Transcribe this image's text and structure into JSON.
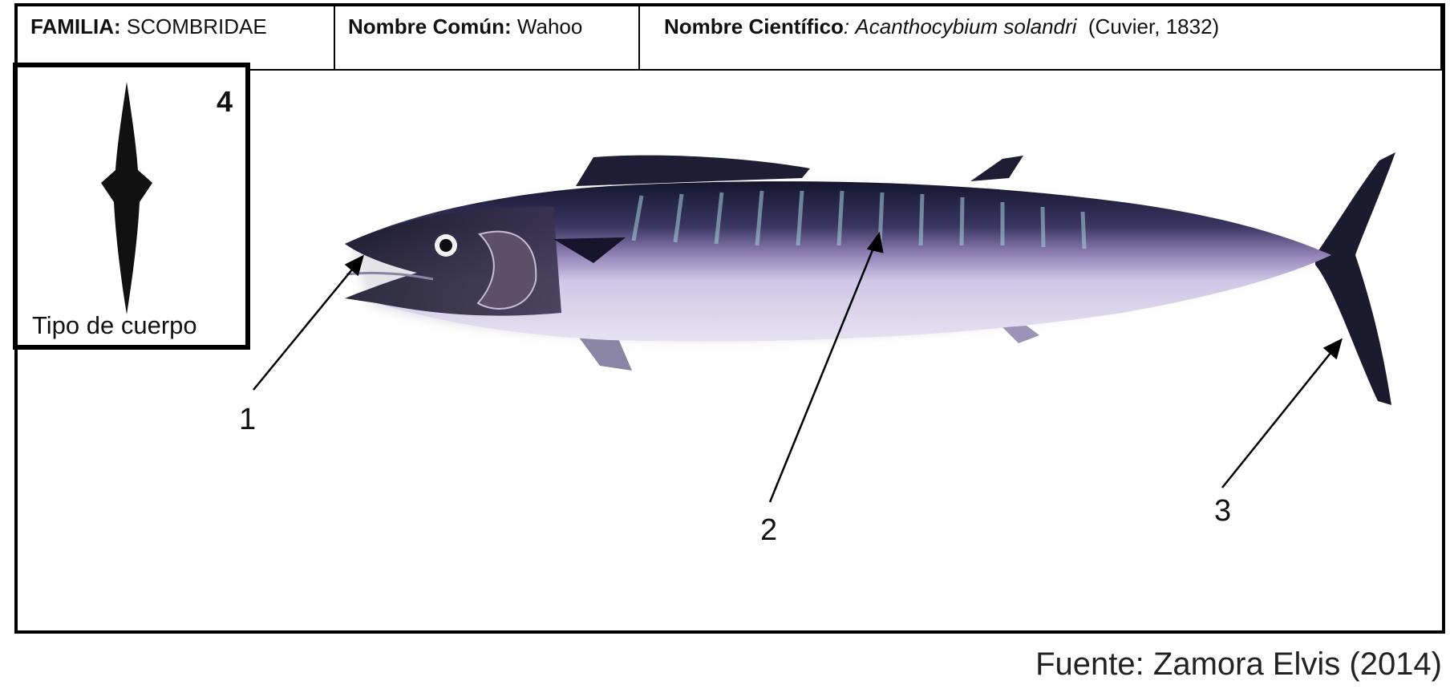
{
  "header": {
    "family_label": "FAMILIA:",
    "family_value": "SCOMBRIDAE",
    "common_label": "Nombre Común:",
    "common_value": "Wahoo",
    "scientific_label": "Nombre Científico",
    "scientific_sep": ":",
    "scientific_value": "Acanthocybium solandri",
    "author": "(Cuvier, 1832)"
  },
  "body_type": {
    "number": "4",
    "label": "Tipo de cuerpo",
    "icon": "fusiform-body-icon"
  },
  "callouts": {
    "mouth": "1",
    "lateral_bars": "2",
    "caudal_fin": "3"
  },
  "source": "Fuente: Zamora Elvis (2014)",
  "colors": {
    "fish_back": "#1c1e3a",
    "fish_belly": "#d9d4ec",
    "fish_mid": "#8e7fb3"
  }
}
